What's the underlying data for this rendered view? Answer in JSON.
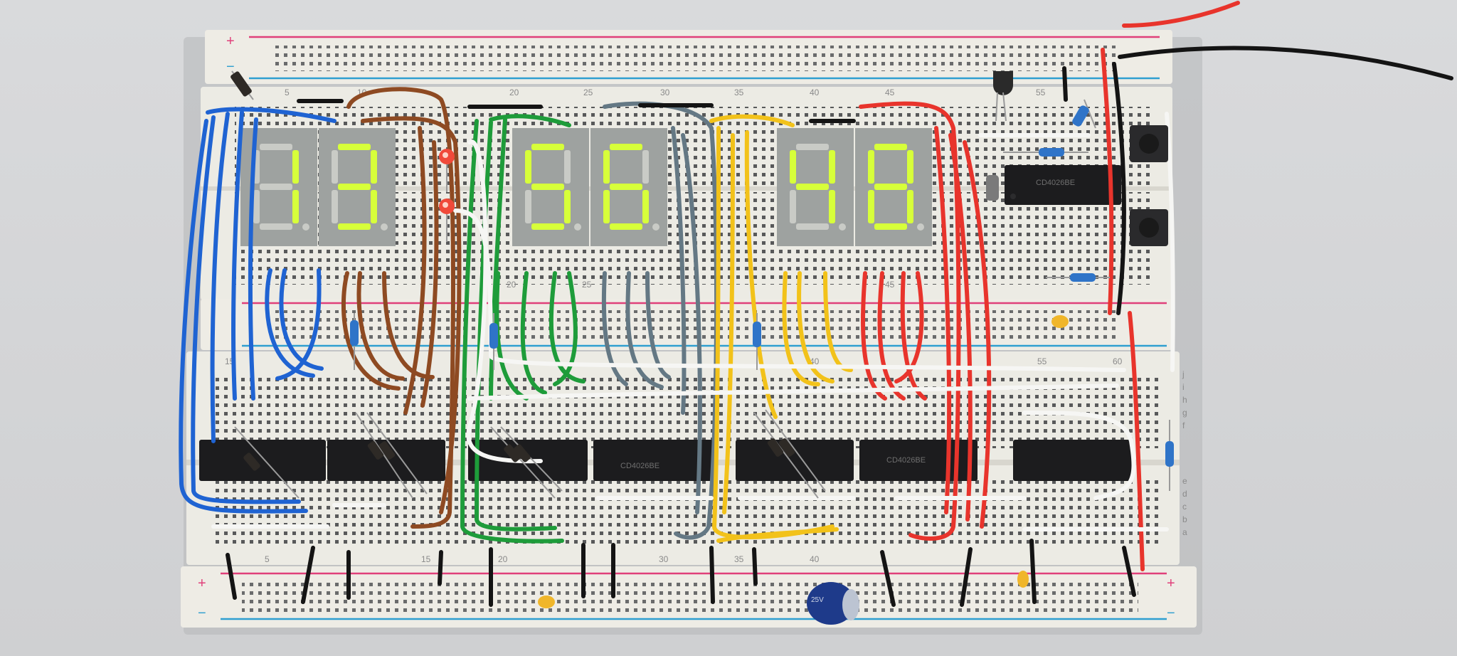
{
  "colors": {
    "background": "#d3d4d6",
    "breadboard": "#eceae3",
    "rail_red": "#e0407a",
    "rail_blue": "#2f9fd0",
    "segment_on": "#d7ff3a",
    "segment_off": "#c9cbc6",
    "display_body": "#9ea2a0",
    "ic_body": "#1c1c1e"
  },
  "displays": {
    "group1": {
      "digit1": "1",
      "digit2": "3"
    },
    "group2": {
      "digit1": "5",
      "digit2": "6"
    },
    "group3": {
      "digit1": "4",
      "digit2": "8"
    }
  },
  "rail_symbols": {
    "plus": "+",
    "minus": "−"
  },
  "column_numbers": {
    "top": [
      "5",
      "10",
      "20",
      "25",
      "30",
      "35",
      "40",
      "45",
      "55"
    ],
    "middle": [
      "15",
      "20",
      "25",
      "40",
      "45",
      "55",
      "60"
    ],
    "bottom": [
      "5",
      "15",
      "20",
      "30",
      "35",
      "40"
    ]
  },
  "row_letters": [
    "j",
    "i",
    "h",
    "g",
    "f",
    "e",
    "d",
    "c",
    "b",
    "a"
  ],
  "ic_markings": {
    "chip_top": "CD4026BE",
    "chip_4": "CD4026BE",
    "chip_6": "CD4026BE"
  },
  "capacitor_marking": "25V"
}
